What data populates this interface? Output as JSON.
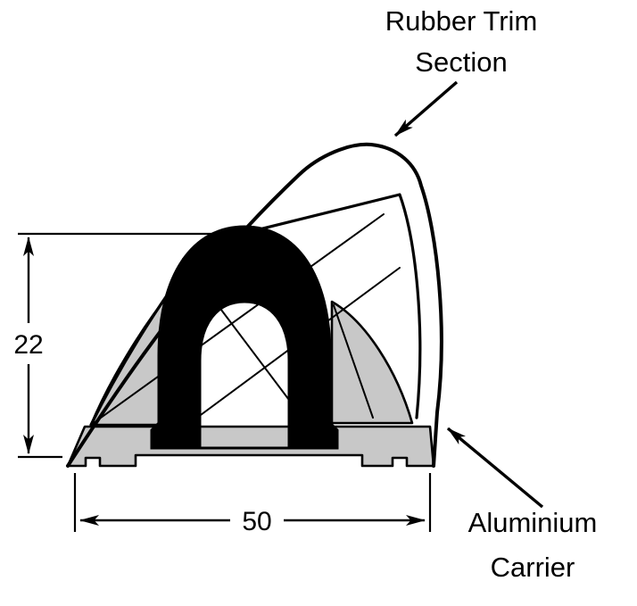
{
  "diagram": {
    "type": "technical-cross-section",
    "labels": {
      "rubber_trim": {
        "line1": "Rubber Trim",
        "line2": "Section"
      },
      "aluminium": {
        "line1": "Aluminium",
        "line2": "Carrier"
      }
    },
    "dimensions": {
      "height": "22",
      "width": "50"
    },
    "colors": {
      "line": "#000000",
      "carrier_fill": "#c8c8c8",
      "rubber_fill": "#000000",
      "background": "#ffffff"
    }
  }
}
